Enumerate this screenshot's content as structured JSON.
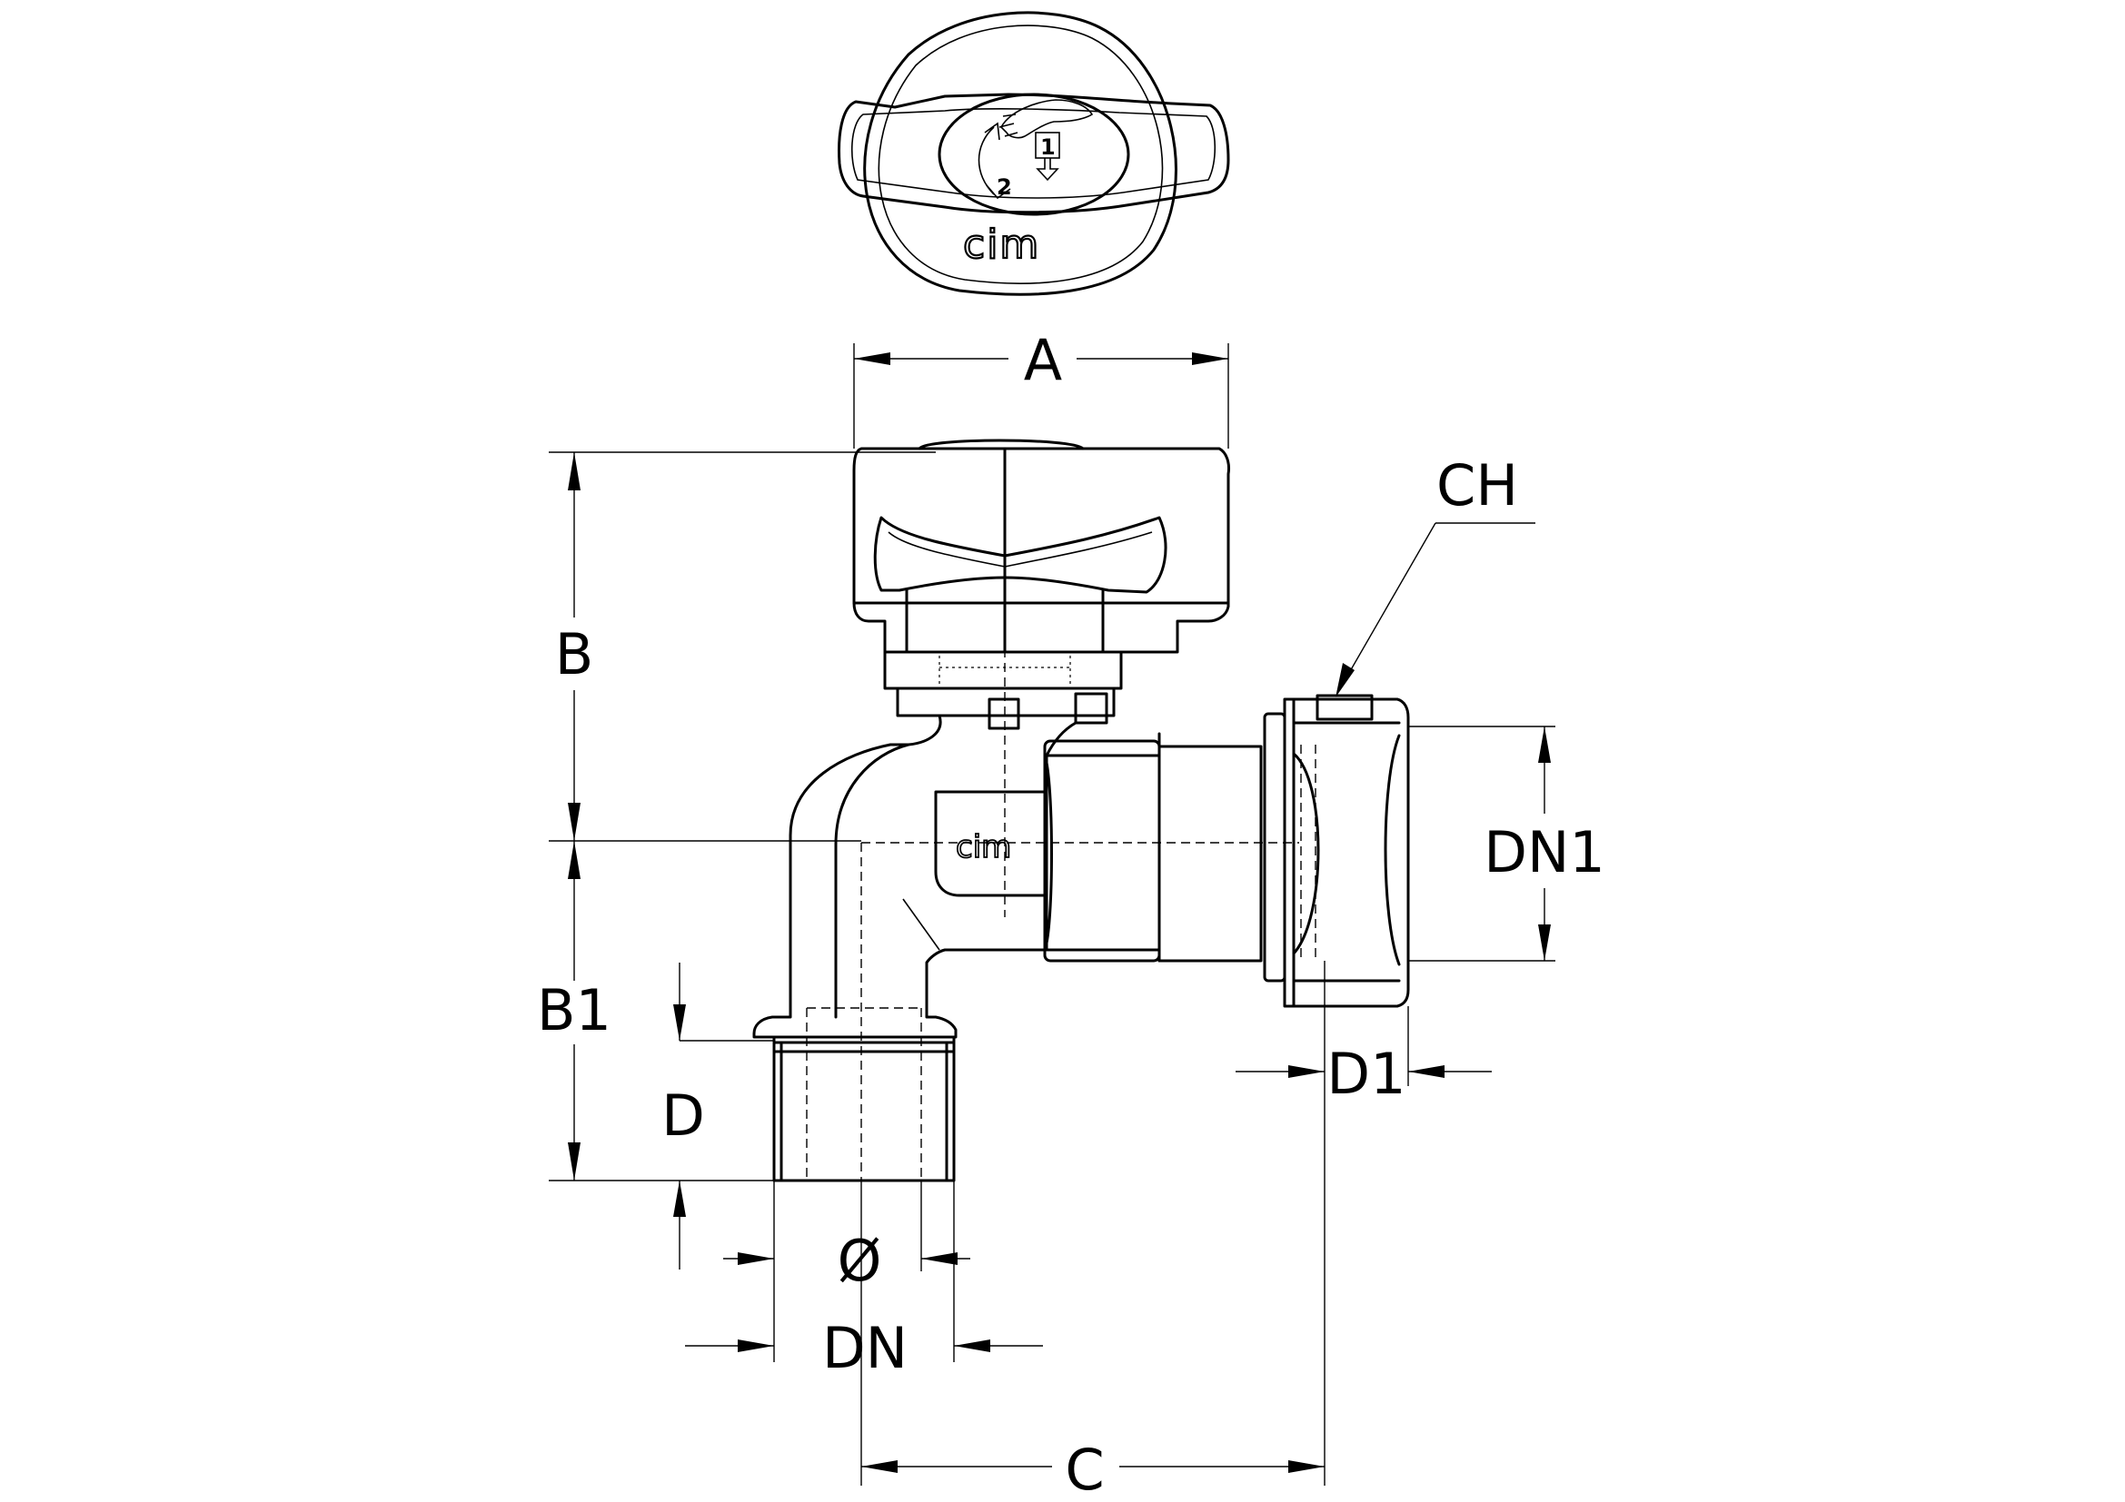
{
  "brand": "cim",
  "handle_step_1": "1",
  "handle_step_2": "2",
  "dimensions": {
    "A": "A",
    "B": "B",
    "B1": "B1",
    "C": "C",
    "CH": "CH",
    "D": "D",
    "D1": "D1",
    "DN": "DN",
    "DN1": "DN1",
    "diameter": "Ø"
  },
  "icons": [
    "hand-turn-icon",
    "rotate-arrow-icon",
    "push-down-arrow-icon"
  ]
}
